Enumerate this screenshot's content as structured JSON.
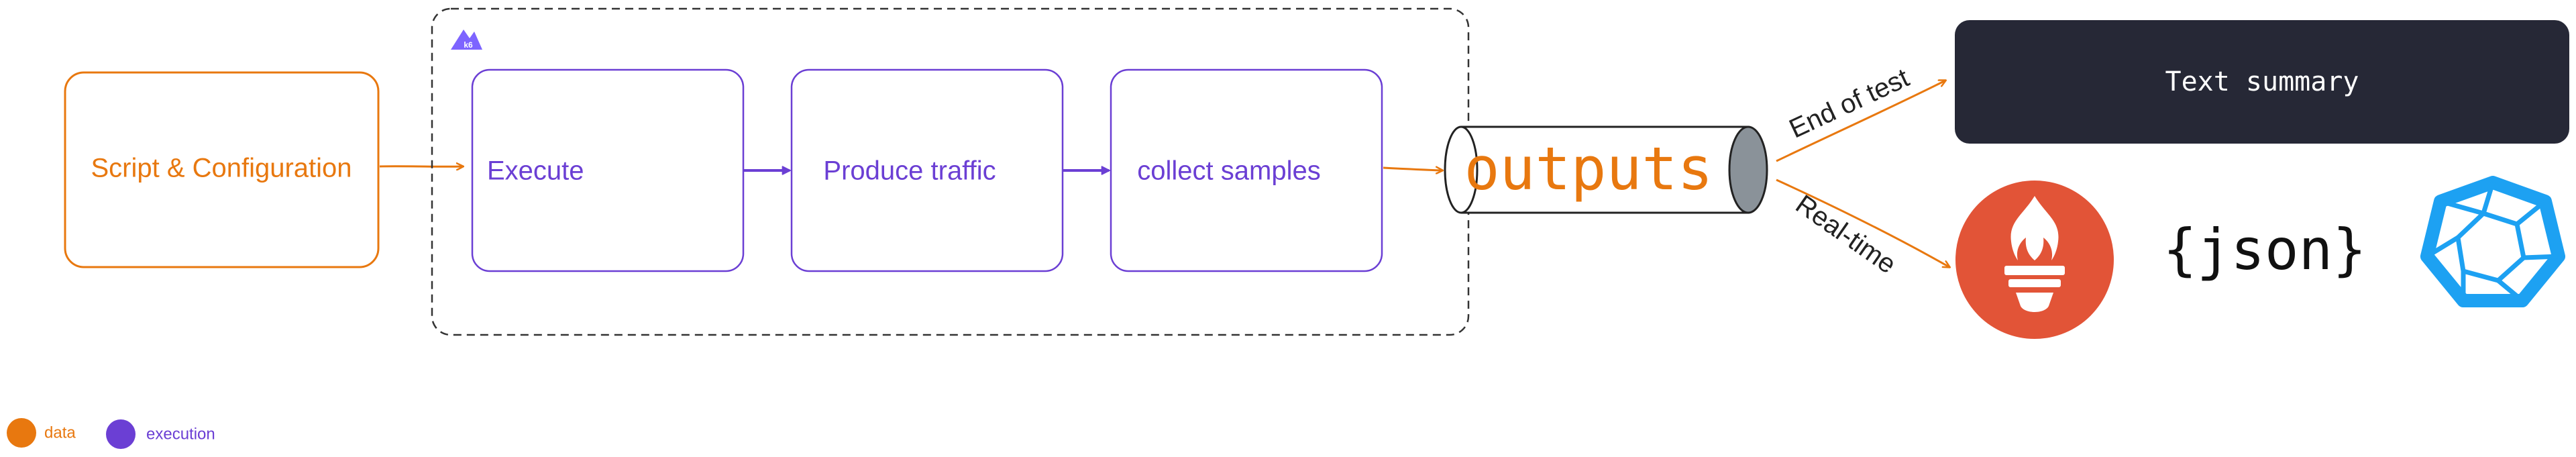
{
  "colors": {
    "data": "#e8780f",
    "execution": "#6b3fd4",
    "dark": "#262836",
    "prometheus": "#e25437",
    "blue": "#1da1f2"
  },
  "nodes": {
    "script_config": "Script & Configuration",
    "execute": "Execute",
    "produce_traffic": "Produce traffic",
    "collect_samples": "collect samples",
    "outputs": "outputs",
    "text_summary": "Text summary"
  },
  "edges": {
    "end_of_test": "End of test",
    "real_time": "Real-time"
  },
  "logos": {
    "k6": "k6",
    "json": "{json}"
  },
  "icons": [
    "k6-logo-icon",
    "prometheus-icon",
    "json-icon",
    "polyhedron-icon"
  ],
  "legend": [
    {
      "label": "data",
      "color": "#e8780f"
    },
    {
      "label": "execution",
      "color": "#6b3fd4"
    }
  ]
}
